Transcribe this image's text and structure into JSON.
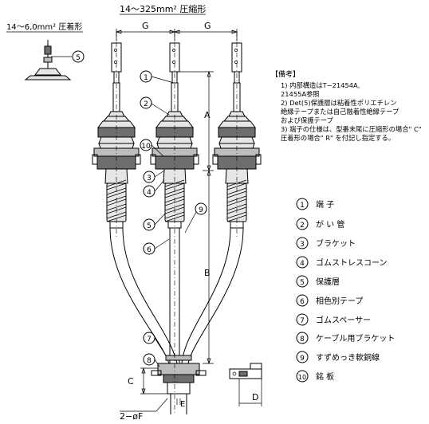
{
  "dimensions": {
    "top_size": "14～325mm² 圧縮形",
    "left_size": "14～6,0mm² 圧着形",
    "g_left": "G",
    "g_right": "G",
    "a": "A",
    "b": "B",
    "c": "C",
    "d": "D",
    "f": "2−øF"
  },
  "notes": {
    "heading": "【備考】",
    "lines": [
      "1) 内部構造はT−21454A,",
      "    21455A参照",
      "2) Det(5)保護層は粘着性ポリエチレン",
      "    絶縁テープまたは自己融着性絶縁テープ",
      "    および保護テープ",
      "3) 端子の仕様は、型番末尾に圧縮形の場合\" C\"",
      "    圧着形の場合\" R\" を付記し指定する。"
    ]
  },
  "legend": [
    {
      "num": "1",
      "label": "端 子"
    },
    {
      "num": "2",
      "label": "が い 管"
    },
    {
      "num": "3",
      "label": "ブラケット"
    },
    {
      "num": "4",
      "label": "ゴムストレスコーン"
    },
    {
      "num": "5",
      "label": "保護層"
    },
    {
      "num": "6",
      "label": "相色別テープ"
    },
    {
      "num": "7",
      "label": "ゴムスペーサー"
    },
    {
      "num": "8",
      "label": "ケーブル用ブラケット"
    },
    {
      "num": "9",
      "label": "すずめっき軟銅線"
    },
    {
      "num": "10",
      "label": "銘 板"
    }
  ],
  "callouts": {
    "c1": "1",
    "c2": "2",
    "c3": "3",
    "c4": "4",
    "c5": "5",
    "c5b": "5",
    "c6": "6",
    "c7": "7",
    "c8": "8",
    "c9": "9",
    "c10": "10"
  }
}
